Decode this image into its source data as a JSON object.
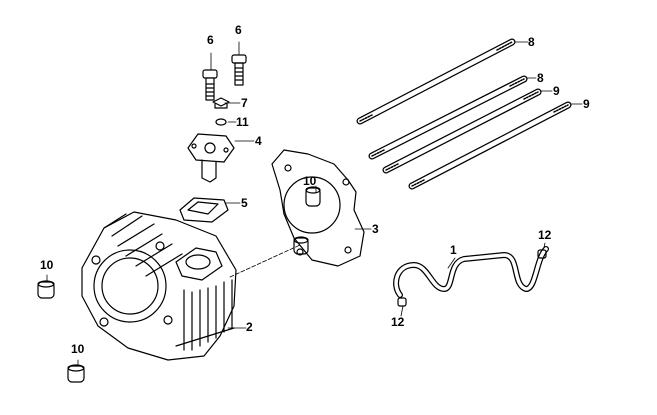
{
  "diagram": {
    "type": "exploded-parts-view",
    "callouts": {
      "bolt_a": "6",
      "bolt_b": "6",
      "stud_a": "8",
      "stud_b": "8",
      "stud_c": "9",
      "stud_d": "9",
      "plug": "7",
      "oring": "11",
      "tensioner": "4",
      "gasket_small": "5",
      "dowel_upper": "10",
      "gasket_head": "3",
      "hose": "1",
      "clamp_upper": "12",
      "clamp_lower": "12",
      "dowel_left": "10",
      "cylinder": "2",
      "dowel_bottom": "10"
    }
  }
}
